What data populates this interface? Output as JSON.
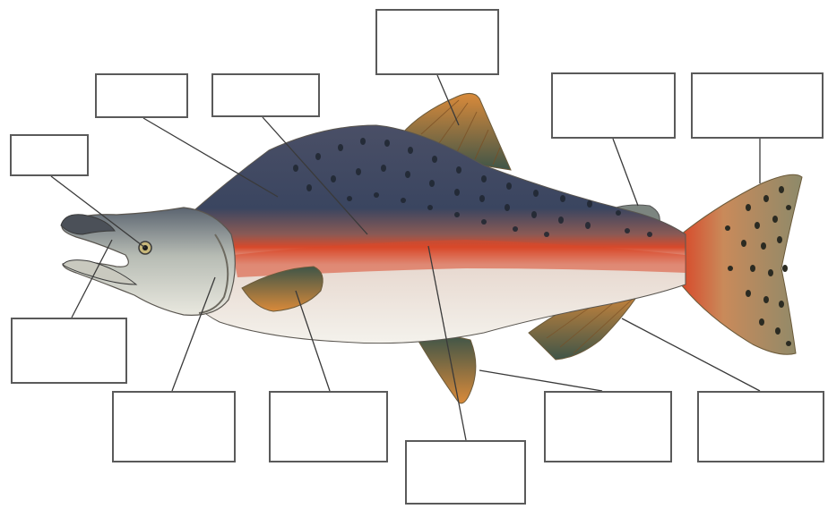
{
  "diagram": {
    "subject": "",
    "colors": {
      "back": "#3c4660",
      "back_spots": "#1f2630",
      "lateral_stripe": "#d8492a",
      "belly": "#f1efe8",
      "fin_orange": "#d98a3a",
      "fin_dark": "#3f5548",
      "head_pale": "#d9dcd2",
      "leader_line": "#3a3a3a",
      "box_border": "#5a5a5a"
    },
    "label_boxes": [
      {
        "id": "eye",
        "text": ""
      },
      {
        "id": "gill-slit",
        "text": ""
      },
      {
        "id": "lateral-line",
        "text": ""
      },
      {
        "id": "dorsal-fin",
        "text": ""
      },
      {
        "id": "adipose-fin",
        "text": ""
      },
      {
        "id": "caudal-fin",
        "text": ""
      },
      {
        "id": "mouth",
        "text": ""
      },
      {
        "id": "operculum",
        "text": ""
      },
      {
        "id": "pectoral-fin",
        "text": ""
      },
      {
        "id": "lateral-line-lower",
        "text": ""
      },
      {
        "id": "pelvic-fin",
        "text": ""
      },
      {
        "id": "anal-fin",
        "text": ""
      }
    ]
  }
}
